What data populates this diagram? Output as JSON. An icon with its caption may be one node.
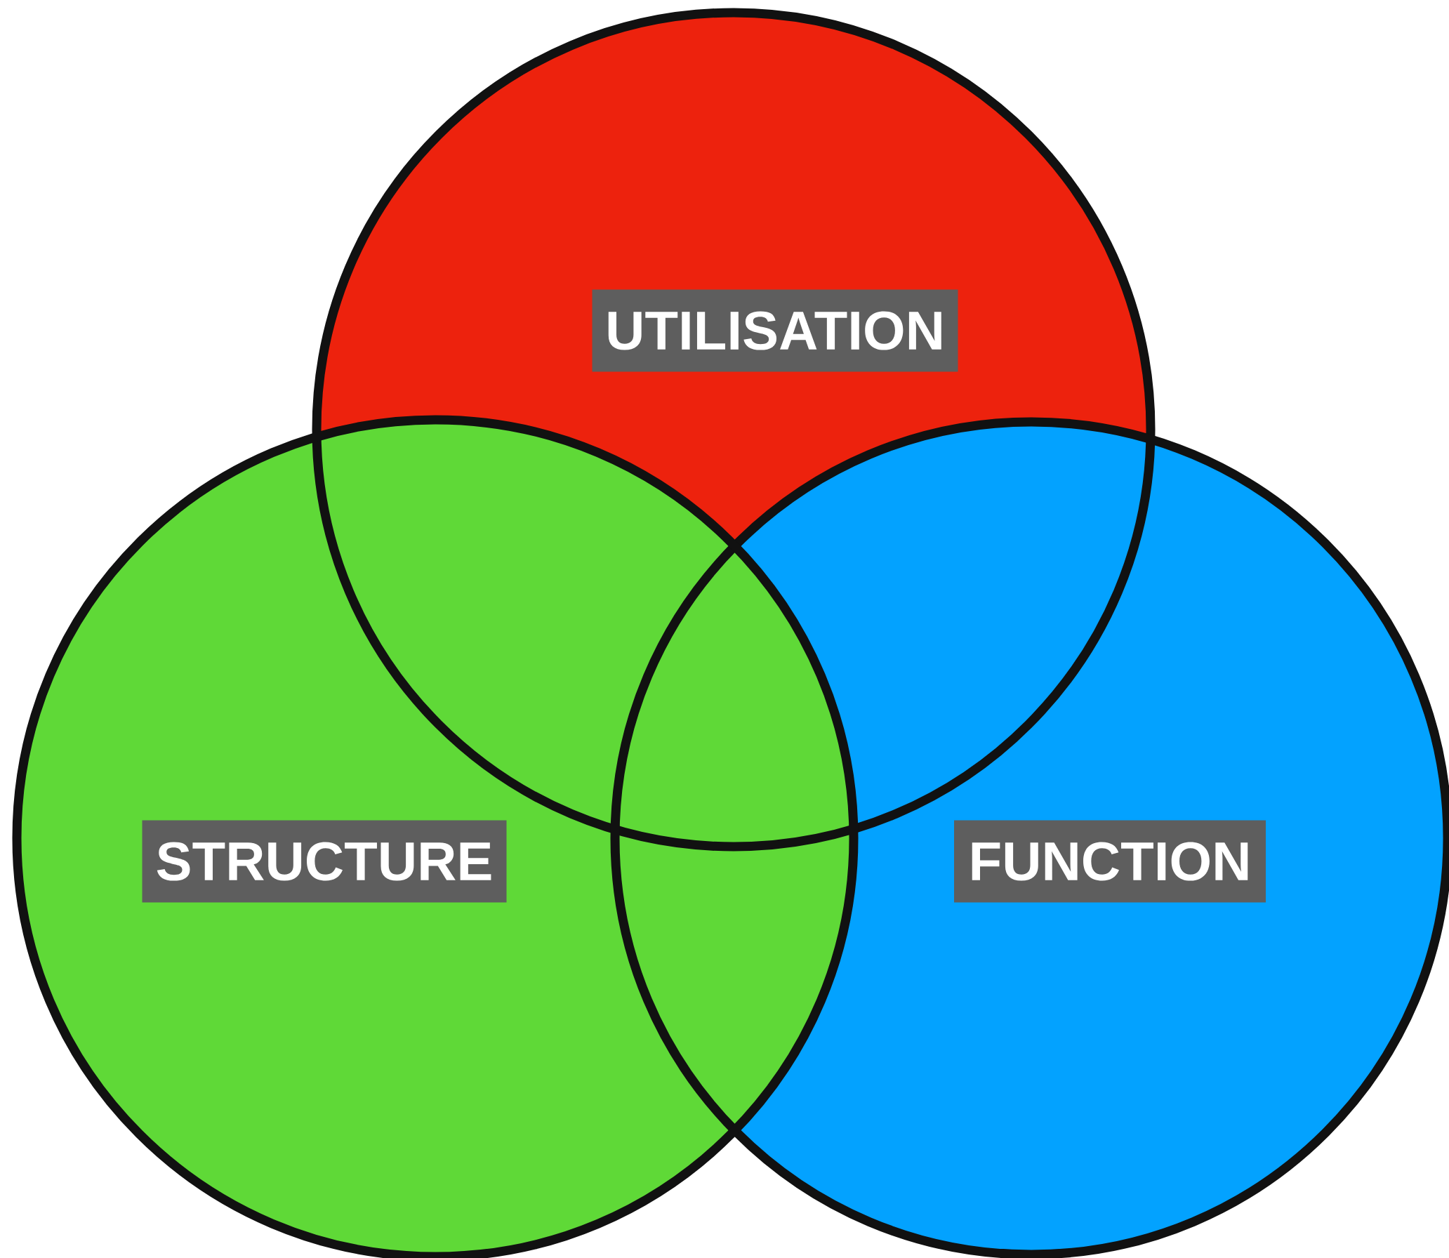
{
  "diagram": {
    "nodes": [
      {
        "text": [
          "UTILISATION"
        ]
      },
      {
        "text": [
          "STRUCTURE"
        ]
      },
      {
        "text": [
          "FUNCTION"
        ]
      }
    ]
  }
}
